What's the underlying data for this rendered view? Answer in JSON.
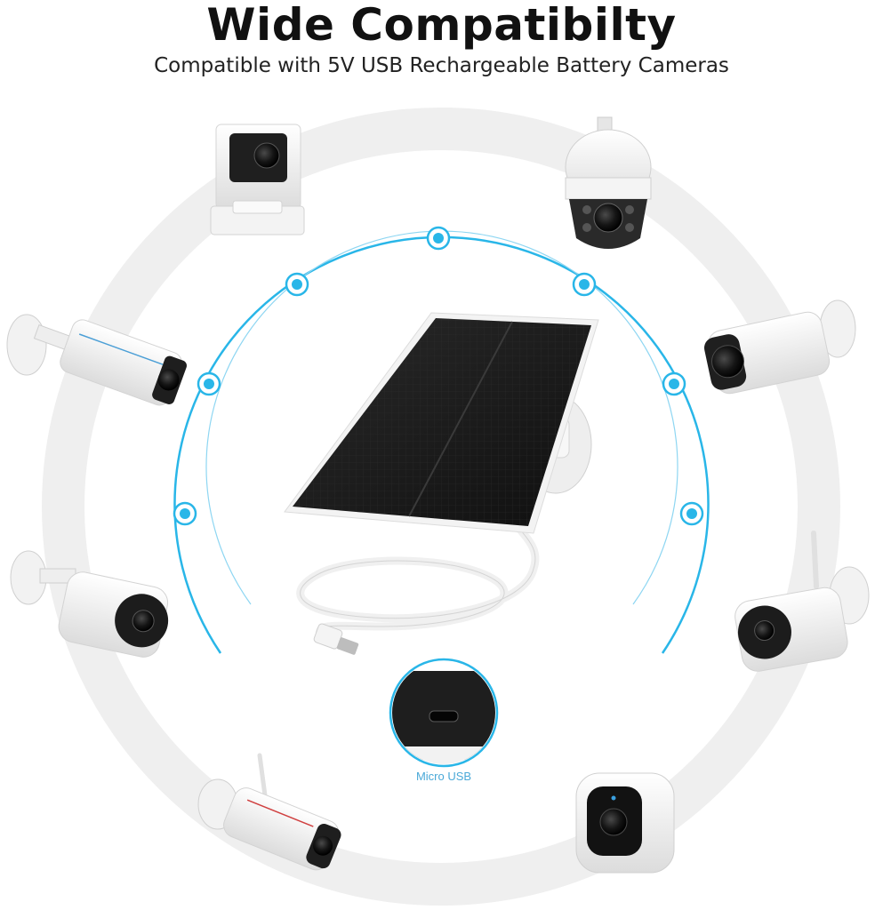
{
  "header": {
    "title": "Wide Compatibilty",
    "subtitle": "Compatible with 5V USB Rechargeable Battery Cameras"
  },
  "product": {
    "port_label": "Micro USB"
  },
  "colors": {
    "ring": "#efefef",
    "accent": "#29b6e8",
    "panel": "#1c1c1c",
    "camera_body": "#f6f6f6",
    "lens": "#1a1a1a"
  },
  "icons": [
    "solar-panel-icon",
    "camera-icon",
    "micro-usb-port-icon"
  ]
}
